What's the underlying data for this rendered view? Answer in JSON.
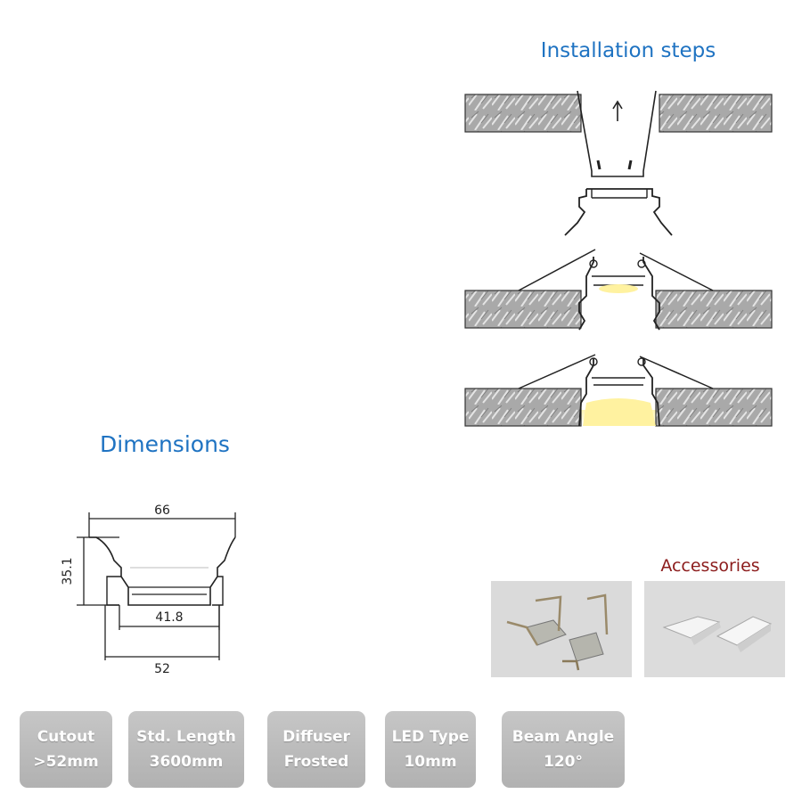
{
  "installation": {
    "title": "Installation steps"
  },
  "dimensions": {
    "title": "Dimensions",
    "top_width": "66",
    "height": "35.1",
    "inner_width": "41.8",
    "bottom_width": "52"
  },
  "accessories": {
    "title": "Accessories"
  },
  "specs": [
    {
      "label": "Cutout",
      "value": ">52mm"
    },
    {
      "label": "Std. Length",
      "value": "3600mm"
    },
    {
      "label": "Diffuser",
      "value": "Frosted"
    },
    {
      "label": "LED Type",
      "value": "10mm"
    },
    {
      "label": "Beam Angle",
      "value": "120°"
    }
  ]
}
